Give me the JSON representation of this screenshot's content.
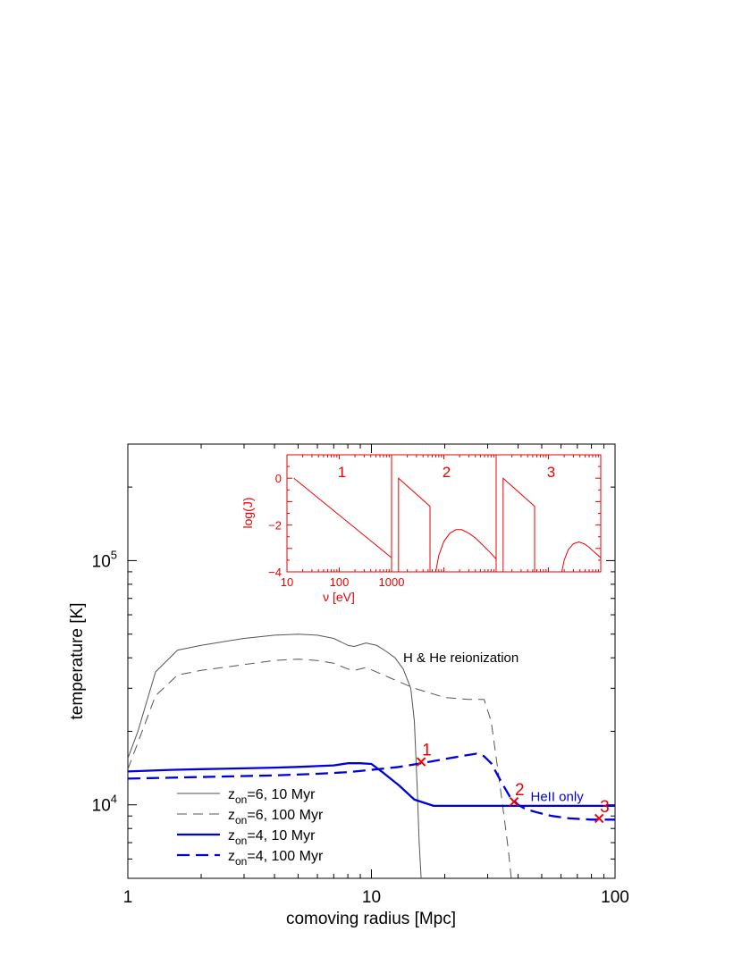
{
  "chart_data": [
    {
      "type": "line",
      "title": "",
      "xlabel": "comoving radius [Mpc]",
      "ylabel": "temperature [K]",
      "x_scale": "log",
      "y_scale": "log",
      "xlim": [
        1,
        100
      ],
      "ylim": [
        5000,
        300000
      ],
      "grid": false,
      "legend_position": "bottom-left",
      "x_ticks": [
        {
          "value": 1,
          "label": "1"
        },
        {
          "value": 10,
          "label": "10"
        },
        {
          "value": 100,
          "label": "100"
        }
      ],
      "y_ticks": [
        {
          "value": 10000,
          "base": "10",
          "exp": "4"
        },
        {
          "value": 100000,
          "base": "10",
          "exp": "5"
        }
      ],
      "series": [
        {
          "name": {
            "prefix": "z",
            "sub": "on",
            "suffix": "=6, 10 Myr"
          },
          "color": "#555555",
          "dash": "solid",
          "width": 1,
          "x": [
            1.0,
            1.1,
            1.3,
            1.6,
            2.0,
            3.0,
            4.0,
            5.0,
            6.0,
            7.0,
            8.0,
            8.5,
            9.5,
            10.5,
            11.5,
            12.5,
            13.5,
            14.5,
            15.0,
            15.4,
            15.7,
            16.0
          ],
          "y": [
            15500,
            20000,
            35000,
            43000,
            45000,
            48000,
            49500,
            50000,
            49500,
            48000,
            45000,
            44500,
            46000,
            45000,
            42500,
            40000,
            36000,
            30000,
            22000,
            12000,
            7000,
            5000
          ]
        },
        {
          "name": {
            "prefix": "z",
            "sub": "on",
            "suffix": "=6, 100 Myr"
          },
          "color": "#555555",
          "dash": "dashed",
          "width": 1,
          "x": [
            1.0,
            1.1,
            1.3,
            1.6,
            2.0,
            3.0,
            4.0,
            5.0,
            6.0,
            7.0,
            8.0,
            8.5,
            9.5,
            12.0,
            15.0,
            20.0,
            25.0,
            29.0,
            31.0,
            33.0,
            35.0,
            36.5,
            37.5
          ],
          "y": [
            14000,
            18000,
            28000,
            34000,
            35500,
            37500,
            39000,
            39500,
            39000,
            38000,
            36000,
            35500,
            36500,
            33000,
            30000,
            27500,
            27000,
            27000,
            22000,
            14000,
            9000,
            6500,
            5000
          ]
        },
        {
          "name": {
            "prefix": "z",
            "sub": "on",
            "suffix": "=4, 10 Myr"
          },
          "color": "#0000dd",
          "dash": "solid",
          "width": 2.3,
          "x": [
            1.0,
            1.5,
            2.0,
            3.0,
            4.0,
            5.0,
            6.0,
            7.0,
            8.0,
            9.0,
            10.0,
            11.0,
            13.0,
            15.0,
            18.0,
            25.0,
            40.0,
            100.0
          ],
          "y": [
            13700,
            13900,
            14000,
            14100,
            14200,
            14300,
            14400,
            14500,
            14800,
            14800,
            14700,
            13700,
            12000,
            10500,
            9900,
            9900,
            9900,
            9900
          ]
        },
        {
          "name": {
            "prefix": "z",
            "sub": "on",
            "suffix": "=4, 100 Myr"
          },
          "color": "#0000dd",
          "dash": "dashed",
          "width": 2.3,
          "x": [
            1.0,
            2.0,
            4.0,
            6.0,
            8.0,
            10.0,
            13.0,
            16.0,
            20.0,
            24.0,
            27.0,
            29.0,
            31.0,
            34.0,
            37.0,
            40.0,
            43.0,
            48.0,
            55.0,
            65.0,
            80.0,
            100.0
          ],
          "y": [
            12800,
            13000,
            13200,
            13400,
            13600,
            13900,
            14300,
            14800,
            15400,
            15900,
            16200,
            15800,
            14800,
            12500,
            10800,
            10000,
            9600,
            9300,
            9000,
            8800,
            8700,
            8700
          ]
        }
      ],
      "annotations": [
        {
          "text": "H & He reionization",
          "x": 13.5,
          "y": 40000,
          "color": "#000000"
        },
        {
          "text": "HeII only",
          "x": 45,
          "y": 10800,
          "color": "#0000dd"
        }
      ],
      "markers": [
        {
          "label": "1",
          "x": 16.0,
          "y": 15000,
          "color": "#ee0000"
        },
        {
          "label": "2",
          "x": 38.5,
          "y": 10300,
          "color": "#ee0000"
        },
        {
          "label": "3",
          "x": 86.0,
          "y": 8800,
          "color": "#ee0000"
        }
      ]
    },
    {
      "type": "line",
      "title": "",
      "xlabel": "ν [eV]",
      "ylabel": "log(J)",
      "x_scale": "log",
      "xlim": [
        10,
        1000
      ],
      "ylim": [
        -4,
        1
      ],
      "color": "#ee0000",
      "grid": false,
      "y_ticks": [
        {
          "value": 0,
          "label": "0"
        },
        {
          "value": -2,
          "label": "−2"
        },
        {
          "value": -4,
          "label": "−4"
        }
      ],
      "x_ticks": [
        {
          "value": 10,
          "label": "10"
        },
        {
          "value": 100,
          "label": "100"
        },
        {
          "value": 1000,
          "label": "1000"
        }
      ],
      "panels": [
        {
          "label": "1",
          "segments": [
            {
              "x": [
                13.6,
                1000
              ],
              "y": [
                0,
                -3.4
              ]
            }
          ]
        },
        {
          "label": "2",
          "segments": [
            {
              "x": [
                13.6,
                13.6,
                54.4,
                54.4
              ],
              "y": [
                -4,
                0,
                -1.2,
                -4
              ]
            },
            {
              "x": [
                70,
                80,
                100,
                130,
                170,
                220,
                300,
                400,
                550,
                750,
                1000
              ],
              "y": [
                -4,
                -3.3,
                -2.7,
                -2.35,
                -2.2,
                -2.2,
                -2.35,
                -2.55,
                -2.85,
                -3.15,
                -3.45
              ]
            }
          ]
        },
        {
          "label": "3",
          "segments": [
            {
              "x": [
                13.6,
                13.6,
                54.4,
                54.4
              ],
              "y": [
                -4,
                0,
                -1.2,
                -4
              ]
            },
            {
              "x": [
                180,
                200,
                240,
                300,
                380,
                480,
                600,
                750,
                1000
              ],
              "y": [
                -4,
                -3.5,
                -3.05,
                -2.8,
                -2.72,
                -2.8,
                -2.95,
                -3.15,
                -3.4
              ]
            }
          ]
        }
      ]
    }
  ]
}
